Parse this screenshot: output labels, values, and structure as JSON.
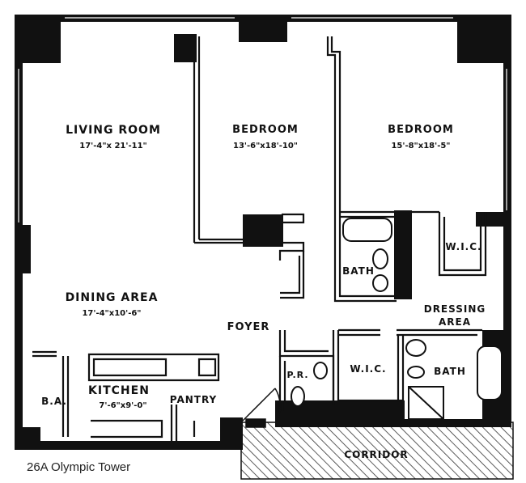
{
  "rooms": {
    "living_room": {
      "name": "LIVING ROOM",
      "dims": "17'-4\"x 21'-11\""
    },
    "bedroom_1": {
      "name": "BEDROOM",
      "dims": "13'-6\"x18'-10\""
    },
    "bedroom_2": {
      "name": "BEDROOM",
      "dims": "15'-8\"x18'-5\""
    },
    "dining_area": {
      "name": "DINING AREA",
      "dims": "17'-4\"x10'-6\""
    },
    "kitchen": {
      "name": "KITCHEN",
      "dims": "7'-6\"x9'-0\""
    },
    "foyer": "FOYER",
    "ba": "B.A.",
    "pantry": "PANTRY",
    "bath_1": "BATH",
    "bath_2": "BATH",
    "wic_1": "W.I.C.",
    "wic_2": "W.I.C.",
    "dressing_area_line1": "DRESSING",
    "dressing_area_line2": "AREA",
    "pr": "P.R.",
    "corridor": "CORRIDOR"
  },
  "caption": "26A Olympic Tower",
  "colors": {
    "wall": "#111111",
    "paper": "#ffffff"
  }
}
